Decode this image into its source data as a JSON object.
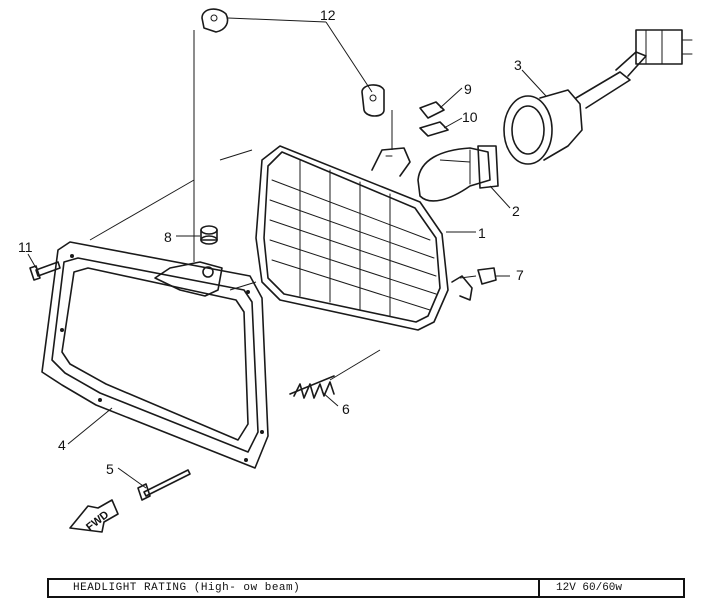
{
  "callouts": {
    "c1": "1",
    "c2": "2",
    "c3": "3",
    "c4": "4",
    "c5": "5",
    "c6": "6",
    "c7": "7",
    "c8": "8",
    "c9": "9",
    "c10": "10",
    "c11": "11",
    "c12": "12"
  },
  "fwd_label": "FWD",
  "rating": {
    "label": "HEADLIGHT RATING (High- ow beam)",
    "value": "12V 60/60w"
  }
}
